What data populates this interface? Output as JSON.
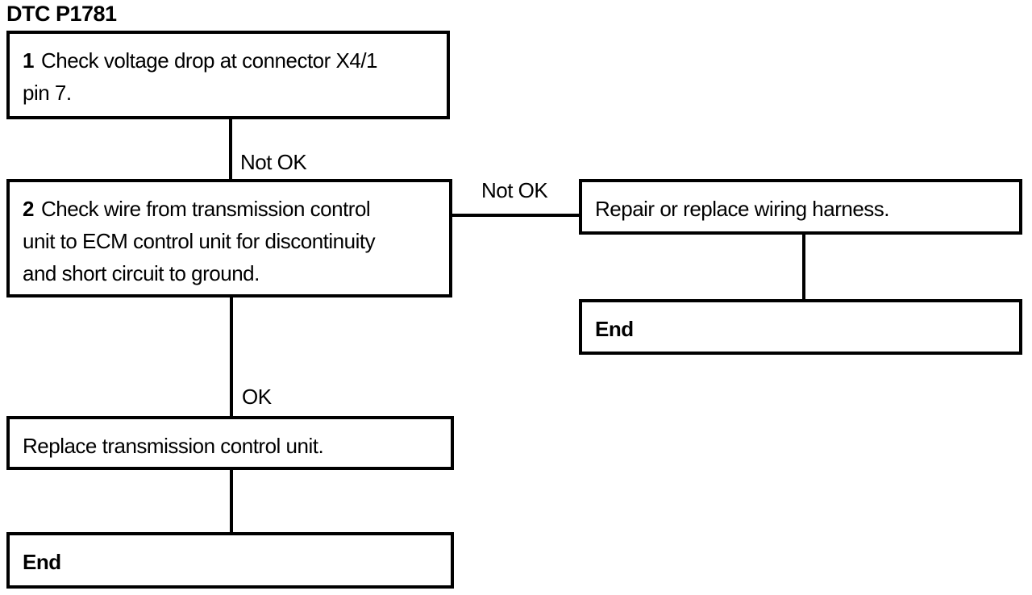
{
  "title": "DTC P1781",
  "diagram": {
    "nodes": {
      "step1": {
        "number": "1",
        "text": "Check voltage drop at connector X4/1\npin 7."
      },
      "step2": {
        "number": "2",
        "text": "Check wire from transmission control\nunit to ECM control unit for discontinuity\nand short circuit to ground."
      },
      "repair": {
        "text": "Repair or replace wiring harness."
      },
      "end_right": {
        "text": "End"
      },
      "replace": {
        "text": "Replace transmission control unit."
      },
      "end_left": {
        "text": "End"
      }
    },
    "edge_labels": {
      "step1_to_step2": "Not OK",
      "step2_to_repair": "Not OK",
      "step2_to_replace": "OK"
    },
    "colors": {
      "line": "#000000",
      "background": "#ffffff",
      "text": "#000000"
    }
  }
}
